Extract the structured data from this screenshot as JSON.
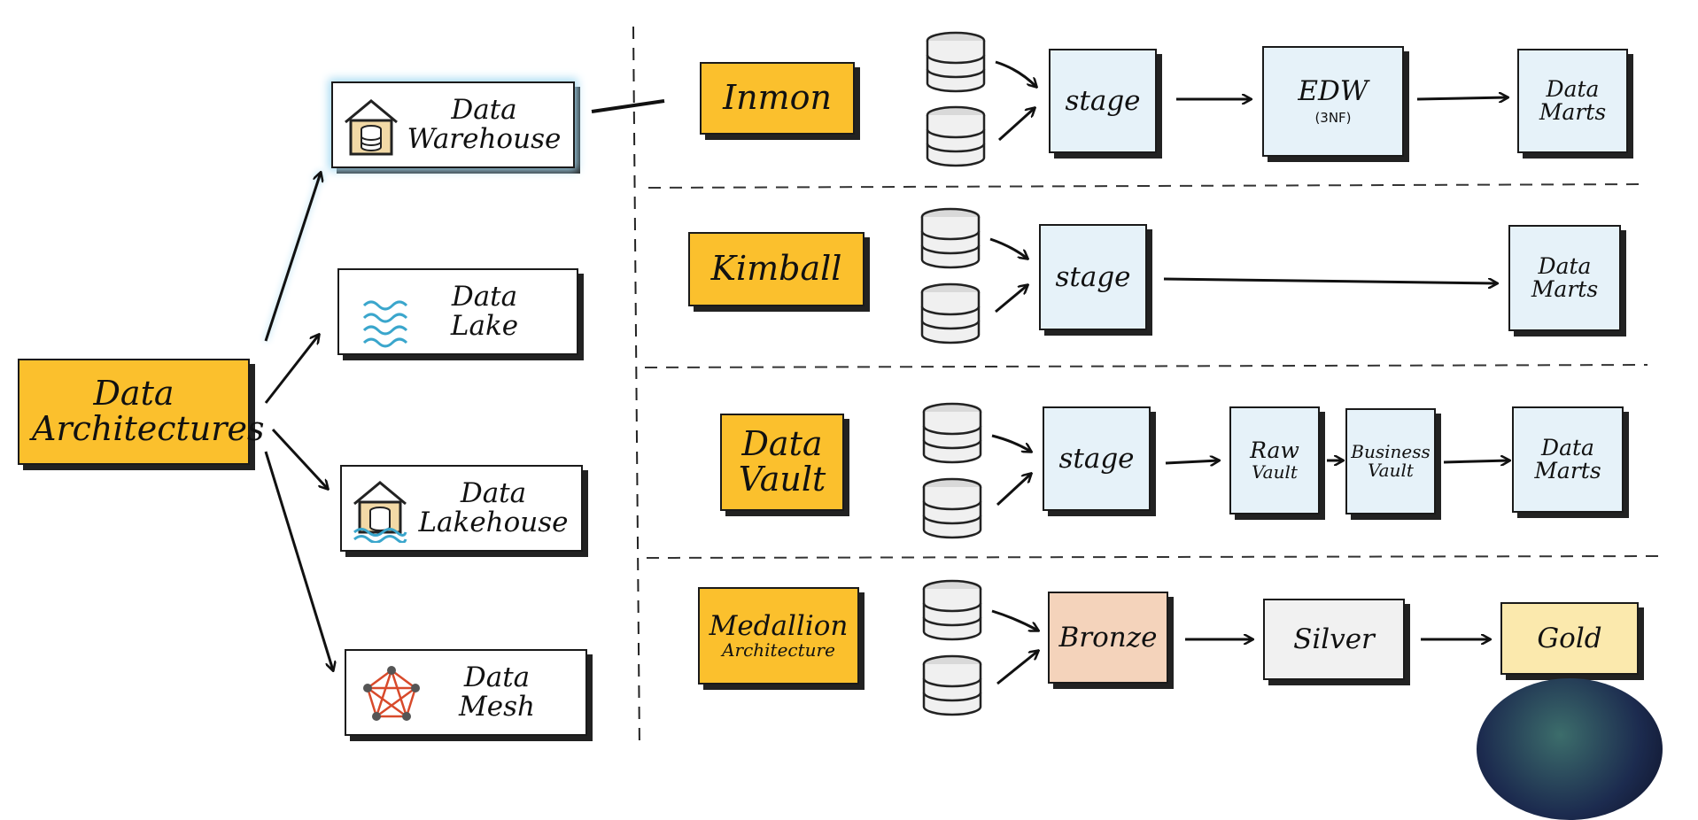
{
  "root": {
    "label": "Data Architectures"
  },
  "types": [
    {
      "id": "warehouse",
      "line1": "Data",
      "line2": "Warehouse",
      "icon": "warehouse-icon"
    },
    {
      "id": "lake",
      "line1": "Data",
      "line2": "Lake",
      "icon": "waves-icon"
    },
    {
      "id": "lakehouse",
      "line1": "Data",
      "line2": "Lakehouse",
      "icon": "lakehouse-icon"
    },
    {
      "id": "mesh",
      "line1": "Data",
      "line2": "Mesh",
      "icon": "mesh-network-icon"
    }
  ],
  "approaches": [
    {
      "id": "inmon",
      "label": "Inmon"
    },
    {
      "id": "kimball",
      "label": "Kimball"
    },
    {
      "id": "vault",
      "line1": "Data",
      "line2": "Vault"
    },
    {
      "id": "medallion",
      "line1": "Medallion",
      "line2": "Architecture"
    }
  ],
  "rows": {
    "inmon": {
      "stage": "stage",
      "edw": "EDW",
      "edw_sub": "(3NF)",
      "marts_1": "Data",
      "marts_2": "Marts"
    },
    "kimball": {
      "stage": "stage",
      "marts_1": "Data",
      "marts_2": "Marts"
    },
    "vault": {
      "stage": "stage",
      "raw_1": "Raw",
      "raw_2": "Vault",
      "biz_1": "Business",
      "biz_2": "Vault",
      "marts_1": "Data",
      "marts_2": "Marts"
    },
    "medallion": {
      "bronze": "Bronze",
      "silver": "Silver",
      "gold": "Gold"
    }
  },
  "colors": {
    "accent_yellow": "#fbc02d",
    "stage_blue": "#e6f2f9",
    "bronze": "#f4d3bb",
    "silver": "#f1f1f1",
    "gold": "#fbe9ad",
    "glow": "#a5daf2"
  }
}
